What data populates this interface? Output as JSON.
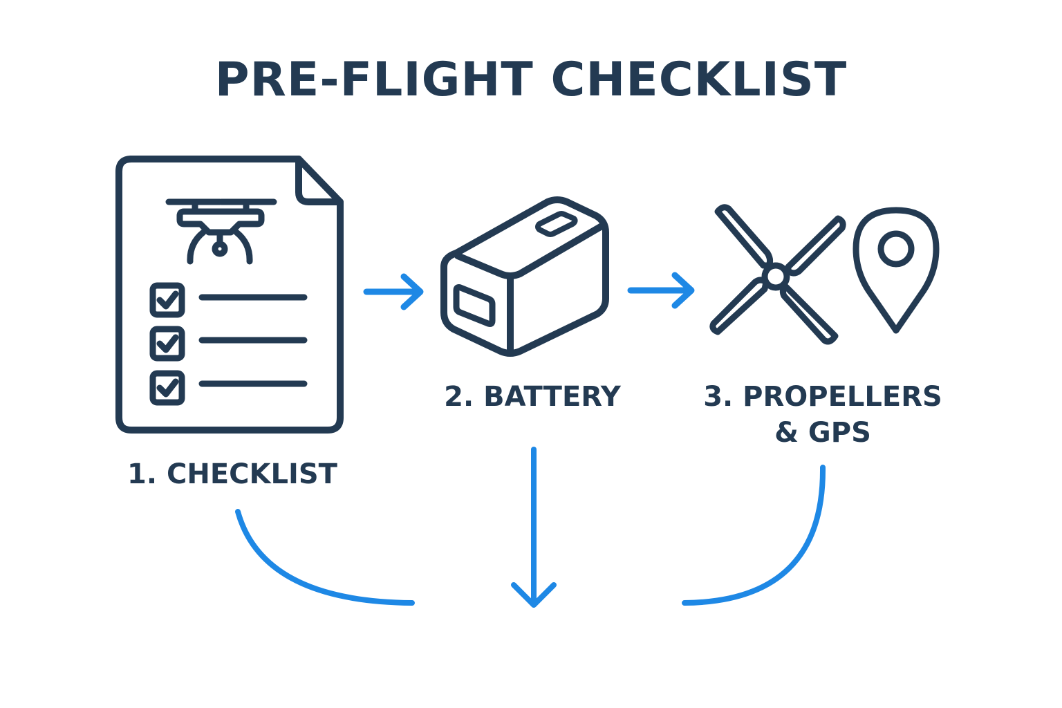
{
  "title": "PRE-FLIGHT CHECKLIST",
  "steps": [
    {
      "number": "1.",
      "name": "CHECKLIST",
      "label": "1. CHECKLIST",
      "icon": "checklist-document-icon"
    },
    {
      "number": "2.",
      "name": "BATTERY",
      "label": "2. BATTERY",
      "icon": "battery-icon"
    },
    {
      "number": "3.",
      "name": "PROPELLERS & GPS",
      "label_line1": "3. PROPELLERS",
      "label_line2": "& GPS",
      "icons": [
        "propeller-icon",
        "gps-pin-icon"
      ]
    }
  ],
  "colors": {
    "ink": "#233a52",
    "accent": "#1e88e5",
    "background": "#ffffff"
  }
}
